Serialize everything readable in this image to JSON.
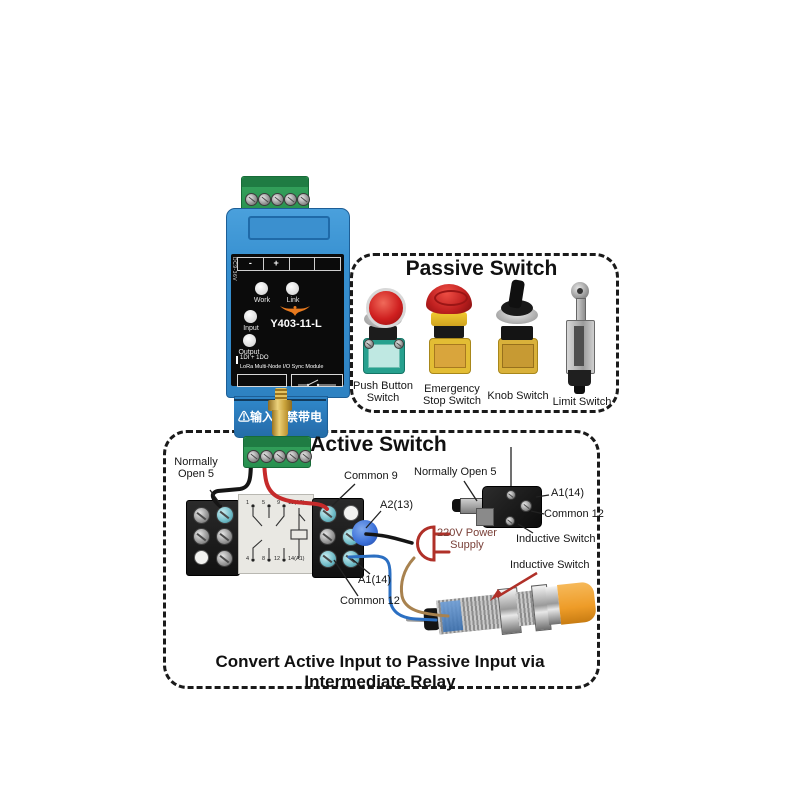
{
  "module": {
    "model": "Y403-11-L",
    "terminal_minus": "-",
    "terminal_plus": "+",
    "led_work": "Work",
    "led_link": "Link",
    "led_input": "Input",
    "led_output": "Output",
    "spec_line": "1DI + 1DO",
    "name_line": "LoRa Multi-Node I/O Sync Module",
    "side_text": "DC9-36V",
    "warning_left": "⚠输入",
    "warning_right": "禁带电"
  },
  "passive_box": {
    "title": "Passive Switch",
    "switches": [
      {
        "line1": "Push Button",
        "line2": "Switch"
      },
      {
        "line1": "Emergency",
        "line2": "Stop Switch"
      },
      {
        "line1": "Knob Switch",
        "line2": ""
      },
      {
        "line1": "Limit Switch",
        "line2": ""
      }
    ]
  },
  "active_box": {
    "title": "Active Switch",
    "labels": {
      "normally_open_left_l1": "Normally",
      "normally_open_left_l2": "Open 5",
      "common_9": "Common 9",
      "a2_13": "A2(13)",
      "a1_14_relay": "A1(14)",
      "common_12_relay": "Common 12",
      "normally_open_right": "Normally Open 5",
      "a1_14_switch": "A1(14)",
      "common_12_switch": "Common 12",
      "inductive_switch": "Inductive Switch",
      "inductive_sensor": "Inductive Switch",
      "power_line1": "220V Power",
      "power_line2": "Supply"
    },
    "relay_pins_top": [
      "1",
      "5",
      "9",
      "13(A2)"
    ],
    "relay_pins_bottom": [
      "4",
      "8",
      "12",
      "14(A1)"
    ],
    "caption": "Convert Active Input to Passive Input via Intermediate Relay"
  },
  "colors": {
    "module_blue": "#3790d0",
    "terminal_green": "#2f9e55",
    "panel_black": "#0b0b0b",
    "logo_orange": "#e87a1e",
    "wire_red": "#c52a2a",
    "wire_black": "#151515",
    "wire_blue": "#2b6fc2",
    "wire_brown": "#a8824f",
    "plug_red": "#b03028",
    "sensor_orange": "#f0a135"
  }
}
